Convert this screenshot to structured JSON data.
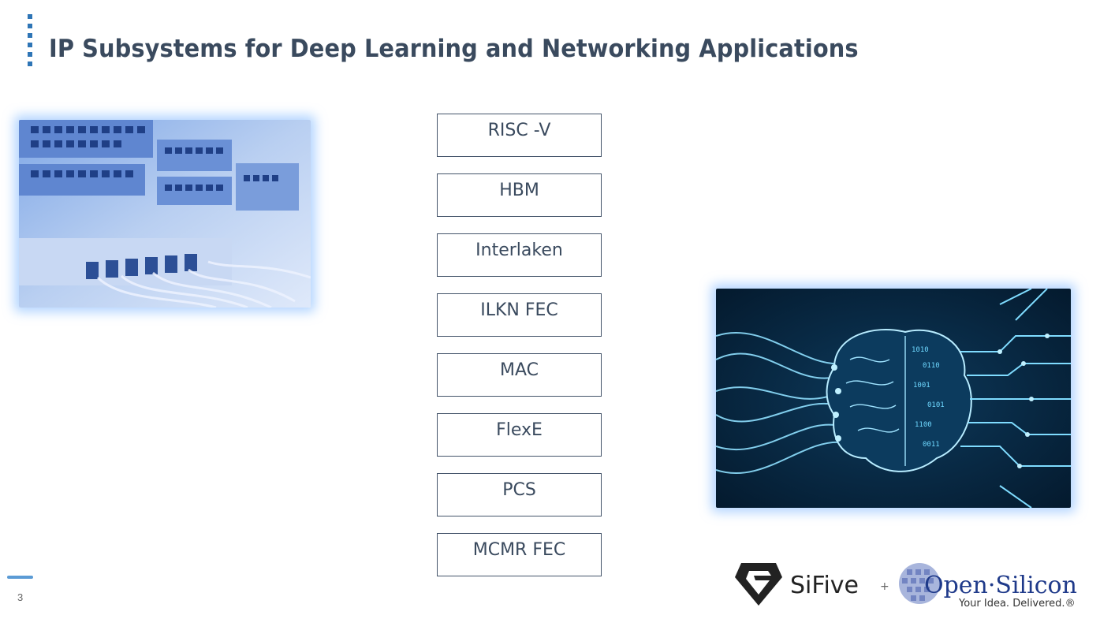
{
  "slide": {
    "title": "IP Subsystems for Deep Learning and Networking Applications",
    "page_number": "3"
  },
  "ip_blocks": [
    {
      "label": "RISC -V"
    },
    {
      "label": "HBM"
    },
    {
      "label": "Interlaken"
    },
    {
      "label": "ILKN FEC"
    },
    {
      "label": "MAC"
    },
    {
      "label": "FlexE"
    },
    {
      "label": "PCS"
    },
    {
      "label": "MCMR FEC"
    }
  ],
  "logos": {
    "sifive": "SiFive",
    "plus": "+",
    "open_silicon": "Open·Silicon",
    "tagline": "Your Idea. Delivered.®"
  },
  "colors": {
    "title": "#3a4a5e",
    "accent": "#2e75b6",
    "box_border": "#44546a"
  }
}
